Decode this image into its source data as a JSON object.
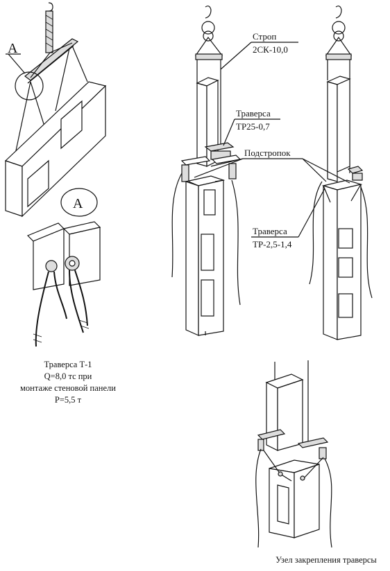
{
  "labels": {
    "callout_a": "А",
    "detail_a": "А",
    "sling": "Строп",
    "sling_code": "2СК-10,0",
    "beam_top": "Траверса",
    "beam_top_code": "ТР25-0,7",
    "sub_sling": "Подстропок",
    "beam_mid": "Траверса",
    "beam_mid_code": "ТР-2,5-1,4"
  },
  "caption_left": {
    "line1": "Траверса Т-1",
    "line2": "Q=8,0 тс при",
    "line3": "монтаже стеновой панели",
    "line4": "Р=5,5 т"
  },
  "caption_bottom": "Узел закрепления траверсы"
}
